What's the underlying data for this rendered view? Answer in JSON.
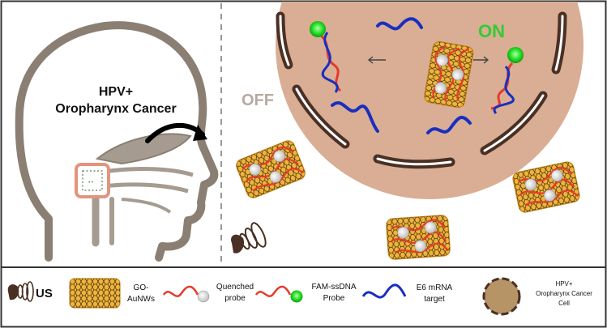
{
  "left_panel": {
    "title_line1": "HPV+",
    "title_line2": "Oropharynx Cancer"
  },
  "right_panel": {
    "off_label": "OFF",
    "on_label": "ON"
  },
  "legend": {
    "us_label": "US",
    "go_label_line1": "GO-",
    "go_label_line2": "AuNWs",
    "quenched_line1": "Quenched",
    "quenched_line2": "probe",
    "fam_line1": "FAM-ssDNA",
    "fam_line2": "Probe",
    "e6_line1": "E6 mRNA",
    "e6_line2": "target",
    "cell_line1": "HPV+",
    "cell_line2": "Oropharynx Cancer",
    "cell_line3": "Cell"
  },
  "colors": {
    "outline": "#333333",
    "head": "#8a7f72",
    "cell_fill": "#d9ae95",
    "membrane": "#4a3024",
    "off_text": "#b7a99f",
    "on_text": "#33cc33",
    "gold": "#f0b43a",
    "red_strand": "#e53b2c",
    "blue_strand": "#1a2fbf",
    "fam_green": "#22dd22"
  }
}
